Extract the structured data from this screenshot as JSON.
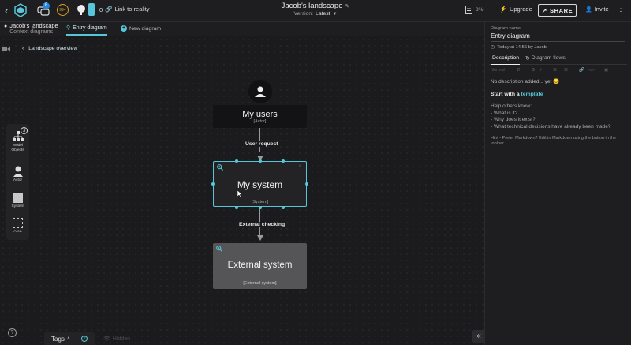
{
  "topbar": {
    "notifications_count": "8",
    "pct_badge": "99+",
    "counter": "0",
    "link_reality": "Link to reality",
    "doc_title": "Jacob's landscape",
    "version_label": "Version:",
    "version_value": "Latest",
    "usage_pct": "8%",
    "upgrade": "Upgrade",
    "share": "SHARE",
    "invite": "Invite"
  },
  "subbar": {
    "landscape_name": "Jacob's landscape",
    "landscape_sub": "Context diagrams",
    "tab_entry": "Entry diagram",
    "tab_new": "New diagram"
  },
  "canvas": {
    "breadcrumb": "Landscape overview",
    "palette": [
      {
        "label": "Model Objects",
        "badge": "3"
      },
      {
        "label": "Actor"
      },
      {
        "label": "System"
      },
      {
        "label": "Area"
      }
    ],
    "nodes": {
      "actor": {
        "title": "My users",
        "type": "[Actor]"
      },
      "system": {
        "title": "My system",
        "type": "[System]"
      },
      "external": {
        "title": "External system",
        "type": "[External system]"
      }
    },
    "flows": {
      "user_request": "User request",
      "external_checking": "External checking"
    },
    "bottom": {
      "tags": "Tags",
      "hidden": "Hidden"
    }
  },
  "panel": {
    "name_label": "Diagram name",
    "name_value": "Entry diagram",
    "timestamp": "Today at 14:56 by Jacob",
    "tabs": {
      "description": "Description",
      "flows": "Diagram flows"
    },
    "toolbar_normal": "Normal",
    "no_description": "No description added... yet 😞",
    "start_with": "Start with a",
    "template": "template",
    "help_lines": [
      "Help others know:",
      "- What is it?",
      "- Why does it exist?",
      "- What technical decisions have already been made?"
    ],
    "hint": "Hint - Prefer Markdown? Edit in Markdown using the button in the toolbar."
  },
  "colors": {
    "accent": "#57c6d8",
    "background": "#1b1b1d",
    "panel": "#1e1e20"
  }
}
